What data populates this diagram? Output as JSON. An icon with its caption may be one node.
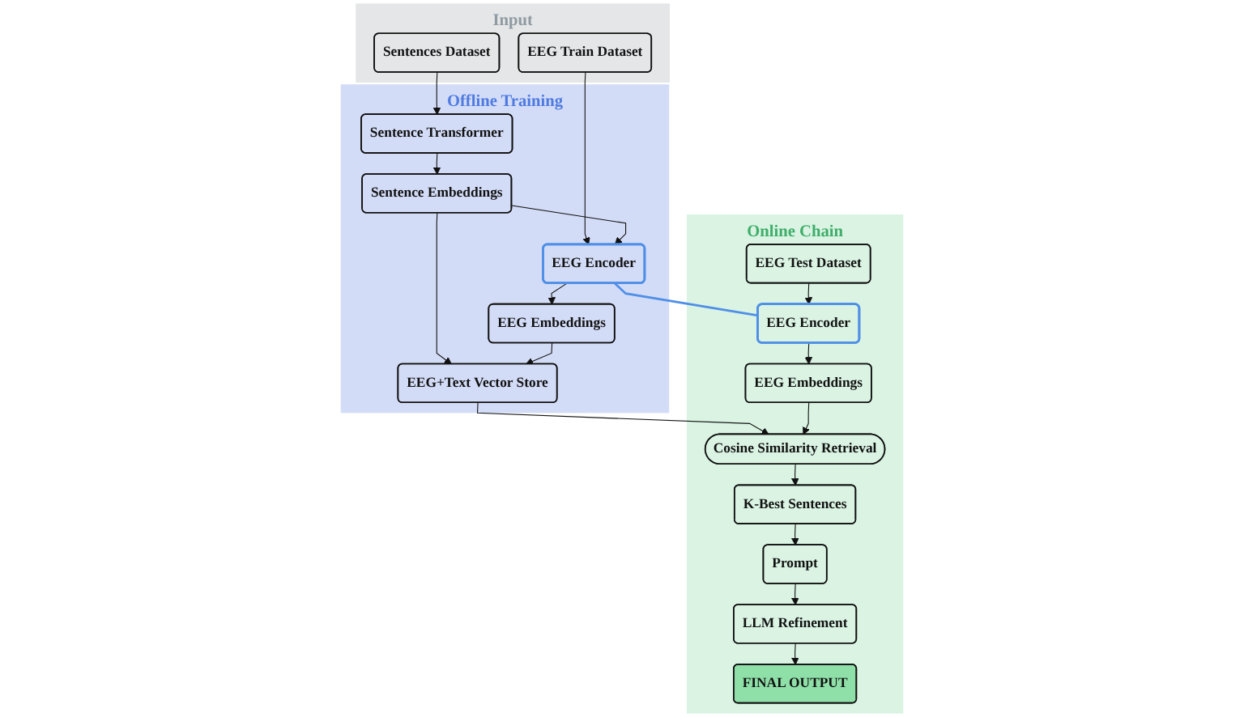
{
  "diagram": {
    "nodes": [
      {
        "text": [
          "Input"
        ]
      },
      {
        "text": [
          "Sentences Dataset"
        ],
        "in": 0
      },
      {
        "text": [
          "EEG Train Dataset"
        ],
        "in": 0
      },
      {
        "text": [
          "Offline Training"
        ]
      },
      {
        "text": [
          "Sentence Transformer"
        ],
        "in": 3
      },
      {
        "text": [
          "EEG Encoder"
        ],
        "in": 3
      },
      {
        "text": [
          "Sentence Embeddings"
        ],
        "in": 3
      },
      {
        "text": [
          "EEG Embeddings"
        ],
        "in": 3
      },
      {
        "text": [
          "EEG+Text Vector Store"
        ],
        "in": 3
      },
      {
        "text": [
          "Online Chain"
        ]
      },
      {
        "text": [
          "EEG Test Dataset"
        ],
        "in": 9
      },
      {
        "text": [
          "FINAL OUTPUT"
        ],
        "in": 9
      },
      {
        "text": [
          "EEG Encoder"
        ],
        "in": 9
      },
      {
        "text": [
          "LLM Refinement"
        ],
        "in": 9
      },
      {
        "text": [
          "EEG Embeddings"
        ],
        "in": 9
      },
      {
        "text": [
          "Prompt"
        ],
        "in": 9
      },
      {
        "text": [
          "Cosine Similarity Retrieval"
        ],
        "in": 9
      },
      {
        "text": [
          "K-Best Sentences"
        ],
        "in": 9
      }
    ],
    "edges": [
      {
        "from": 1,
        "to": 4,
        "arrow": "to"
      },
      {
        "from": 2,
        "to": 5,
        "arrow": "to"
      },
      {
        "from": 4,
        "to": 6,
        "arrow": "to"
      },
      {
        "from": 6,
        "to": 5,
        "arrow": "to"
      },
      {
        "from": 5,
        "to": 7,
        "arrow": "to"
      },
      {
        "from": 6,
        "to": 8,
        "arrow": "to"
      },
      {
        "from": 7,
        "to": 8,
        "arrow": "to"
      },
      {
        "from": 5,
        "to": 12,
        "arrow": "none",
        "color": "#4f8fe6"
      },
      {
        "from": 8,
        "to": 16,
        "arrow": "to"
      },
      {
        "from": 10,
        "to": 12,
        "arrow": "to"
      },
      {
        "from": 12,
        "to": 14,
        "arrow": "to"
      },
      {
        "from": 14,
        "to": 16,
        "arrow": "to"
      },
      {
        "from": 16,
        "to": 17,
        "arrow": "to"
      },
      {
        "from": 17,
        "to": 15,
        "arrow": "to"
      },
      {
        "from": 15,
        "to": 13,
        "arrow": "to"
      },
      {
        "from": 13,
        "to": 11,
        "arrow": "to"
      }
    ]
  }
}
